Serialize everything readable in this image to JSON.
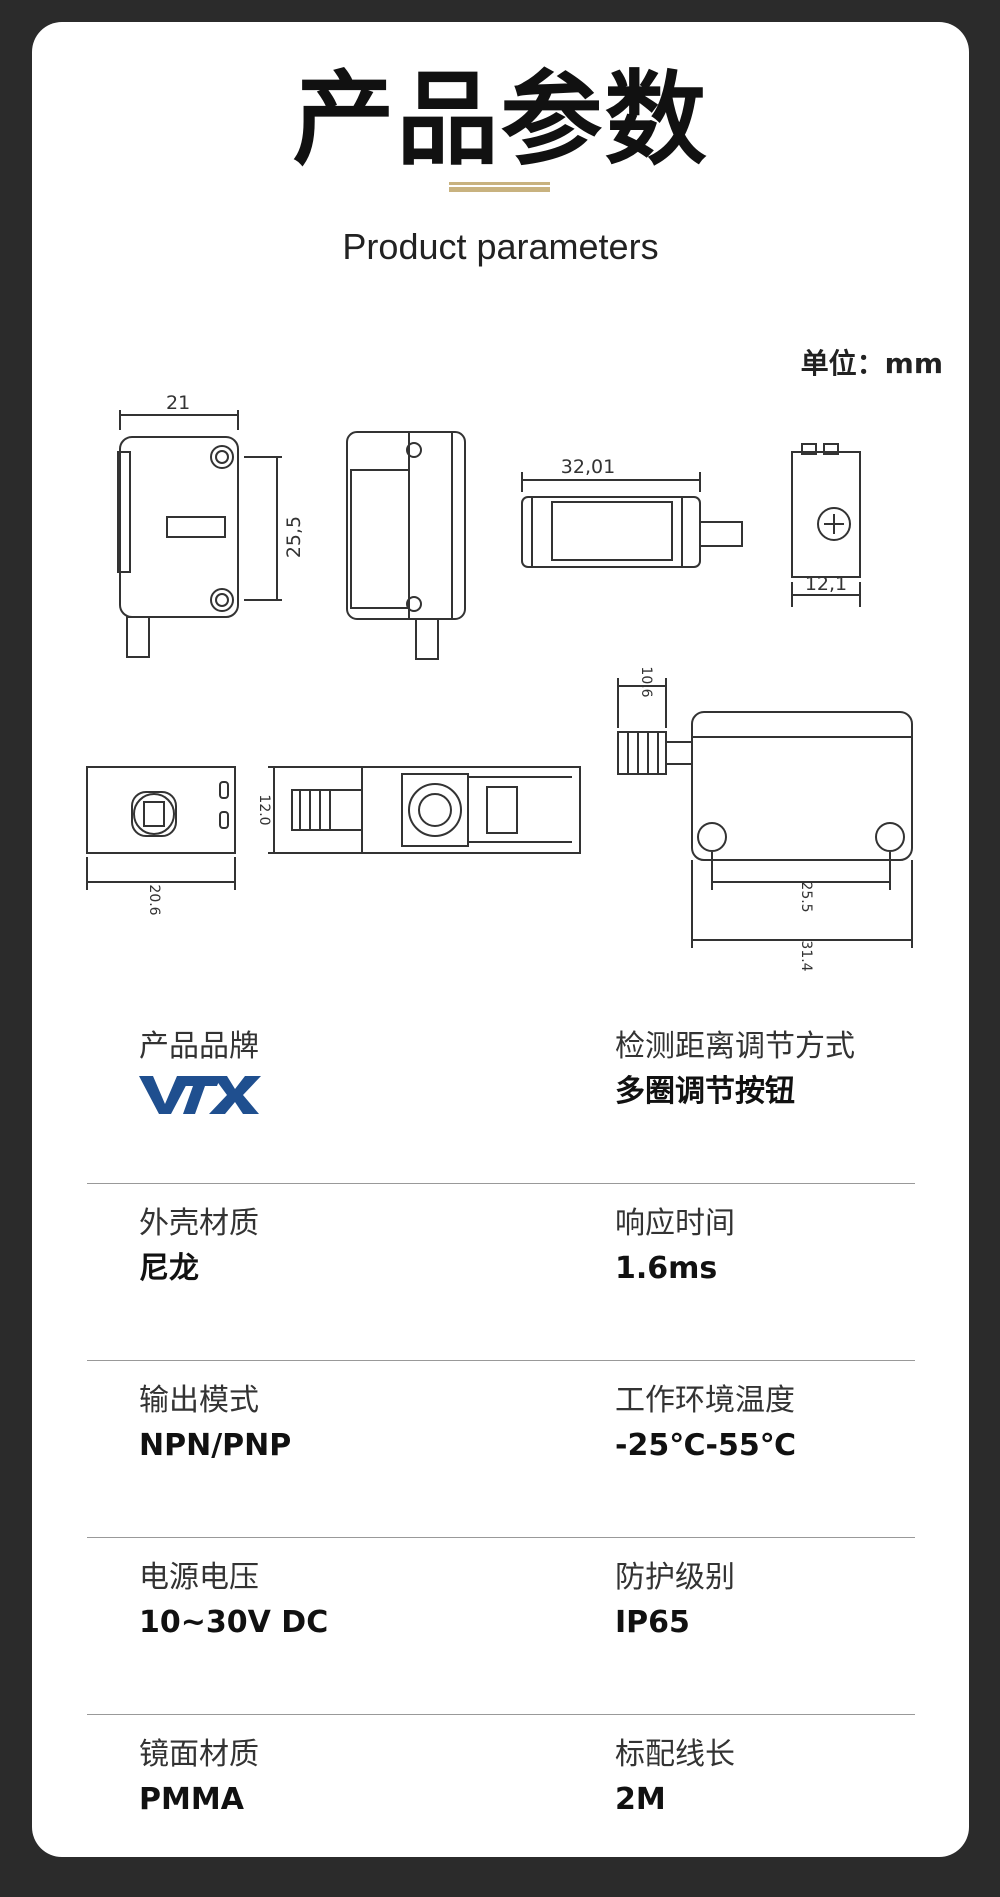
{
  "header": {
    "title": "产品参数",
    "subtitle": "Product parameters",
    "unit": "单位：mm"
  },
  "drawing": {
    "dimensions": [
      "21",
      "25,5",
      "32,01",
      "12,1",
      "10.6",
      "12.0",
      "20.6",
      "25.5",
      "31.4"
    ]
  },
  "specs": [
    {
      "left": {
        "label": "产品品牌",
        "value": "VTX"
      },
      "right": {
        "label": "检测距离调节方式",
        "value": "多圈调节按钮"
      }
    },
    {
      "left": {
        "label": "外壳材质",
        "value": "尼龙"
      },
      "right": {
        "label": "响应时间",
        "value": "1.6ms"
      }
    },
    {
      "left": {
        "label": "输出模式",
        "value": "NPN/PNP"
      },
      "right": {
        "label": "工作环境温度",
        "value": "-25℃-55℃"
      }
    },
    {
      "left": {
        "label": "电源电压",
        "value": "10~30V DC"
      },
      "right": {
        "label": "防护级别",
        "value": "IP65"
      }
    },
    {
      "left": {
        "label": "镜面材质",
        "value": "PMMA"
      },
      "right": {
        "label": "标配线长",
        "value": "2M"
      }
    }
  ],
  "colors": {
    "accent": "#c8b27f",
    "brand": "#1f4f8f",
    "background": "#2b2b2b"
  }
}
